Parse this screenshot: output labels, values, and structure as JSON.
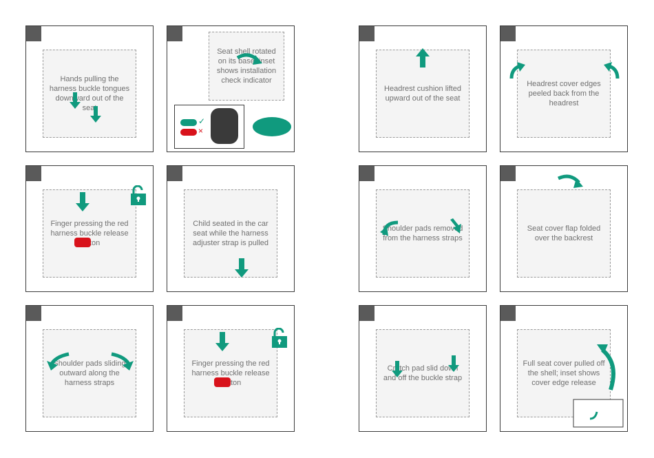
{
  "colors": {
    "accent": "#109a7e",
    "wrong": "#d8121b",
    "line": "#3a3a3a",
    "step_box": "#5a5a5a"
  },
  "panels": [
    {
      "id": "p1",
      "illustration": "Hands pulling the harness buckle tongues downward out of the seat",
      "arrows": [
        "arrow-down-icon",
        "arrow-down-icon"
      ]
    },
    {
      "id": "p2",
      "illustration": "Seat shell rotated on its base; inset shows installation check indicator",
      "arrows": [
        "curved-arrow-icon"
      ]
    },
    {
      "id": "p3",
      "illustration": "Finger pressing the red harness buckle release button",
      "arrows": [
        "arrow-down-icon"
      ],
      "icons": [
        "unlock-icon"
      ]
    },
    {
      "id": "p4",
      "illustration": "Child seated in the car seat while the harness adjuster strap is pulled",
      "arrows": [
        "arrow-down-icon"
      ]
    },
    {
      "id": "p5",
      "illustration": "Shoulder pads sliding outward along the harness straps",
      "arrows": [
        "arrow-left-icon",
        "arrow-right-icon"
      ]
    },
    {
      "id": "p6",
      "illustration": "Finger pressing the red harness buckle release button",
      "arrows": [
        "arrow-down-icon"
      ],
      "icons": [
        "unlock-icon"
      ]
    },
    {
      "id": "p7",
      "illustration": "Headrest cushion lifted upward out of the seat",
      "arrows": [
        "arrow-up-icon"
      ]
    },
    {
      "id": "p8",
      "illustration": "Headrest cover edges peeled back from the headrest",
      "arrows": [
        "curved-arrow-icon",
        "curved-arrow-icon"
      ]
    },
    {
      "id": "p9",
      "illustration": "Shoulder pads removed from the harness straps",
      "arrows": [
        "curved-arrow-icon",
        "arrow-down-icon"
      ]
    },
    {
      "id": "p10",
      "illustration": "Seat cover flap folded over the backrest",
      "arrows": [
        "curved-arrow-icon"
      ]
    },
    {
      "id": "p11",
      "illustration": "Crotch pad slid down and off the buckle strap",
      "arrows": [
        "arrow-down-icon",
        "arrow-down-icon"
      ]
    },
    {
      "id": "p12",
      "illustration": "Full seat cover pulled off the shell; inset shows cover edge release",
      "arrows": [
        "curved-arrow-icon"
      ]
    }
  ],
  "indicator_legend": {
    "correct_symbol": "✓",
    "wrong_symbol": "×"
  }
}
